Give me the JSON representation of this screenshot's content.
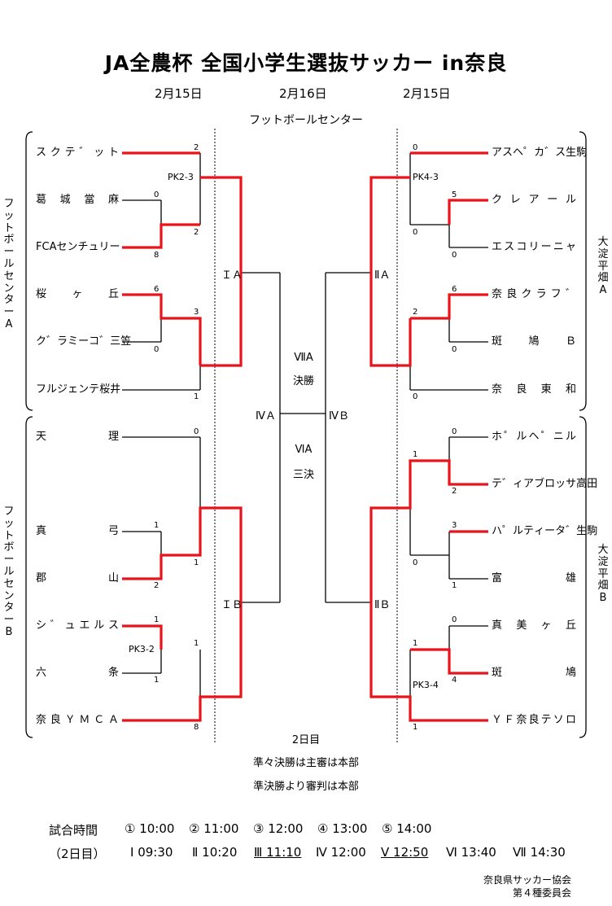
{
  "title": "JA全農杯 全国小学生選抜サッカー in奈良",
  "dates": {
    "left": "2月15日",
    "center": "2月16日",
    "right": "2月15日"
  },
  "venue_top": "フットボールセンター",
  "left_groups": {
    "a": "フットボールセンターA",
    "b": "フットボールセンターB"
  },
  "right_groups": {
    "a": "大淀平畑A",
    "b": "大淀平畑B"
  },
  "left_teams": [
    {
      "name": "スクテ゛ット",
      "score": "2"
    },
    {
      "name": "葛城當麻",
      "score": "0"
    },
    {
      "name": "FCAセンチュリー",
      "score": "8"
    },
    {
      "name": "桜ヶ丘",
      "score": "6"
    },
    {
      "name": "ク゛ラミーコ゛三笠",
      "score": "0"
    },
    {
      "name": "フルジェンテ桜井",
      "score": "1"
    },
    {
      "name": "天理",
      "score": "0"
    },
    {
      "name": "真弓",
      "score": "1"
    },
    {
      "name": "郡山",
      "score": "2"
    },
    {
      "name": "シ゛ュエルス",
      "score": "1"
    },
    {
      "name": "六条",
      "score": "1"
    },
    {
      "name": "奈良ＹＭＣＡ",
      "score": "8"
    }
  ],
  "right_teams": [
    {
      "name": "アスヘ゜カ゛ス生駒",
      "score": "0"
    },
    {
      "name": "クレアール",
      "score": "5"
    },
    {
      "name": "エスコリーニャ",
      "score": "0"
    },
    {
      "name": "奈良クラフ゛",
      "score": "6"
    },
    {
      "name": "斑鳩Ｂ",
      "score": "0"
    },
    {
      "name": "奈良東和",
      "score": "0"
    },
    {
      "name": "ホ゜ルヘ゜ニル",
      "score": "0"
    },
    {
      "name": "テ゛ィアブロッサ高田",
      "score": "2"
    },
    {
      "name": "ハ゜ルティータ゛生駒",
      "score": "3"
    },
    {
      "name": "富雄",
      "score": "1"
    },
    {
      "name": "真美ヶ丘",
      "score": "0"
    },
    {
      "name": "斑鳩",
      "score": "4"
    },
    {
      "name": "ＹＦ奈良テソロ",
      "score": "1"
    }
  ],
  "left_round2_scores": {
    "a_top": "2",
    "a_mid": "3",
    "b_top": "1",
    "b_mid": "1"
  },
  "right_round2_scores": {
    "a_top": "0",
    "a_mid": "2",
    "b_top": "1",
    "b_mid": "0",
    "b_low": "1"
  },
  "pk_labels": {
    "l1": "PK2-3",
    "l2": "PK3-2",
    "r1": "PK4-3",
    "r2": "PK3-4"
  },
  "nodes": {
    "IA": "ＩＡ",
    "IB": "ＩＢ",
    "IIA": "ⅡＡ",
    "IIB": "ⅡＢ",
    "IVA": "ⅣＡ",
    "IVB": "ⅣＢ"
  },
  "center": {
    "final_code": "ⅦA",
    "final": "決勝",
    "third_code": "ⅥA",
    "third": "三決"
  },
  "notes": {
    "day": "2日目",
    "line1": "準々決勝は主審は本部",
    "line2": "準決勝より審判は本部"
  },
  "schedule": {
    "label1": "試合時間",
    "row1": [
      "① 10:00",
      "② 11:00",
      "③ 12:00",
      "④ 13:00",
      "⑤ 14:00"
    ],
    "label2": "（2日目）",
    "row2": [
      "Ⅰ 09:30",
      "Ⅱ 10:20",
      "Ⅲ 11:10",
      "Ⅳ 12:00",
      "Ⅴ 12:50",
      "Ⅵ 13:40",
      "Ⅶ 14:30"
    ]
  },
  "organizer": {
    "line1": "奈良県サッカー協会",
    "line2": "第４種委員会"
  },
  "colors": {
    "win": "#e8141c",
    "line": "#000000"
  }
}
